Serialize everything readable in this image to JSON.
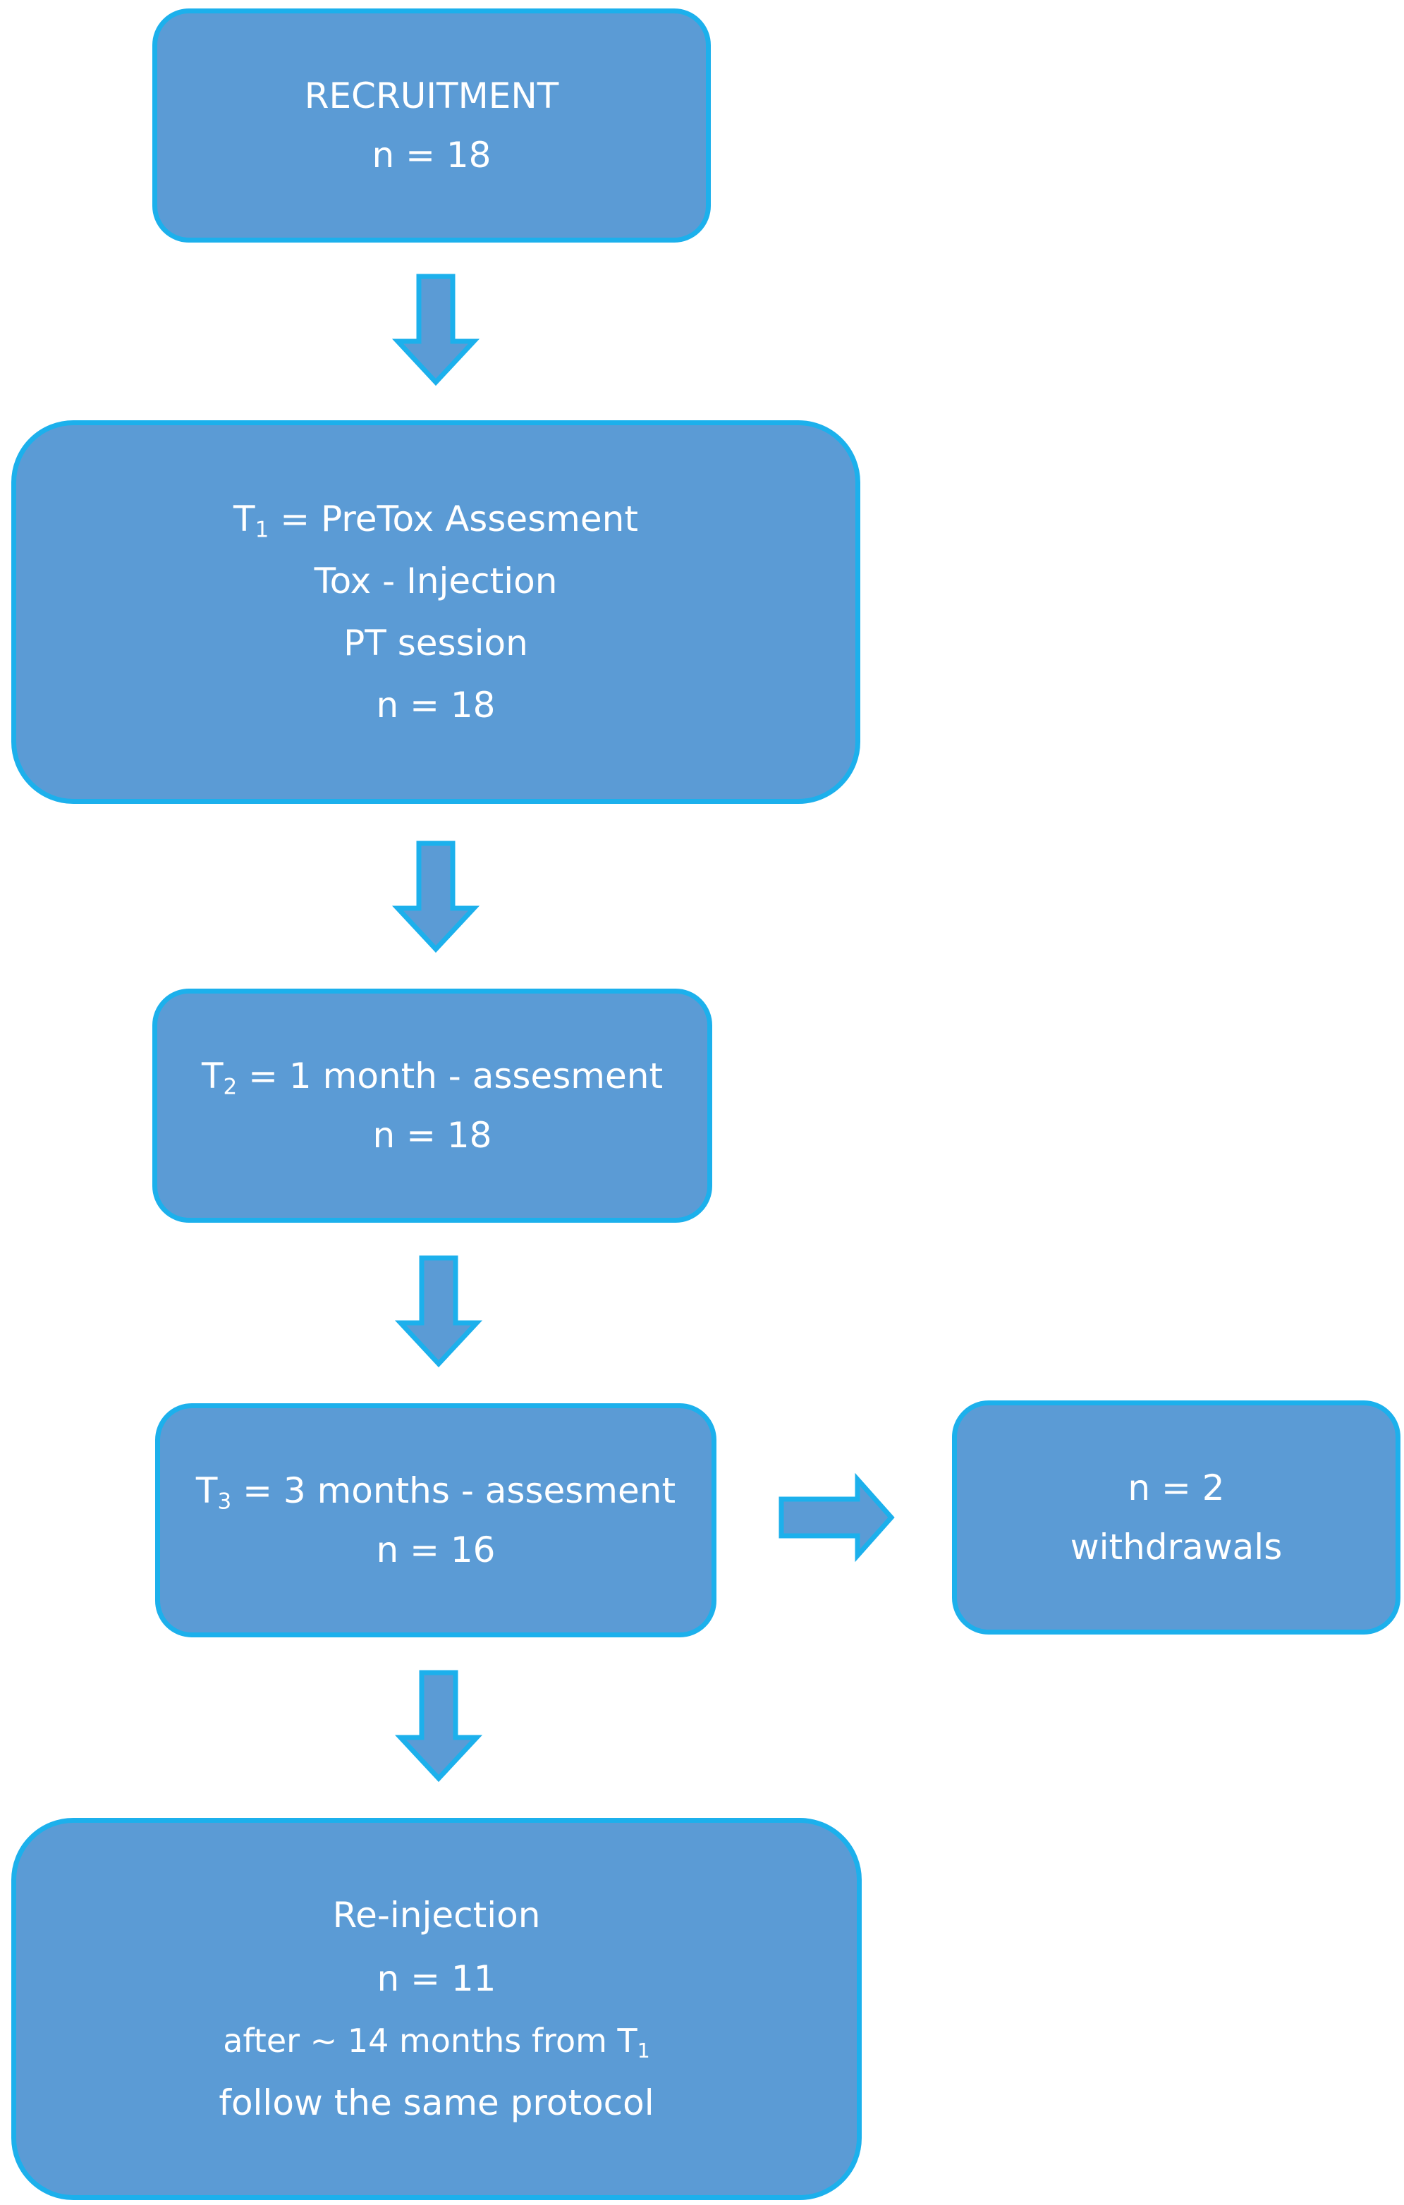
{
  "flowchart": {
    "recruitment": {
      "title": "RECRUITMENT",
      "count": "n = 18"
    },
    "t1": {
      "label_prefix": "T",
      "label_sub": "1",
      "label_rest": " = PreTox Assesment",
      "line2": "Tox - Injection",
      "line3": "PT session",
      "count": "n = 18"
    },
    "t2": {
      "label_prefix": "T",
      "label_sub": "2",
      "label_rest": " = 1 month - assesment",
      "count": "n = 18"
    },
    "t3": {
      "label_prefix": "T",
      "label_sub": "3",
      "label_rest": " = 3 months - assesment",
      "count": "n = 16"
    },
    "withdrawals": {
      "count": "n = 2",
      "label": "withdrawals"
    },
    "reinjection": {
      "title": "Re-injection",
      "count": "n = 11",
      "line3_text": "after ~ 14 months from T",
      "line3_sub": "1",
      "line4": "follow the same protocol"
    }
  },
  "colors": {
    "box_fill": "#5b9bd5",
    "box_border": "#1cb0ec",
    "arrow_fill": "#5b9bd5",
    "arrow_stroke": "#1cb0ec",
    "text": "#ffffff"
  }
}
